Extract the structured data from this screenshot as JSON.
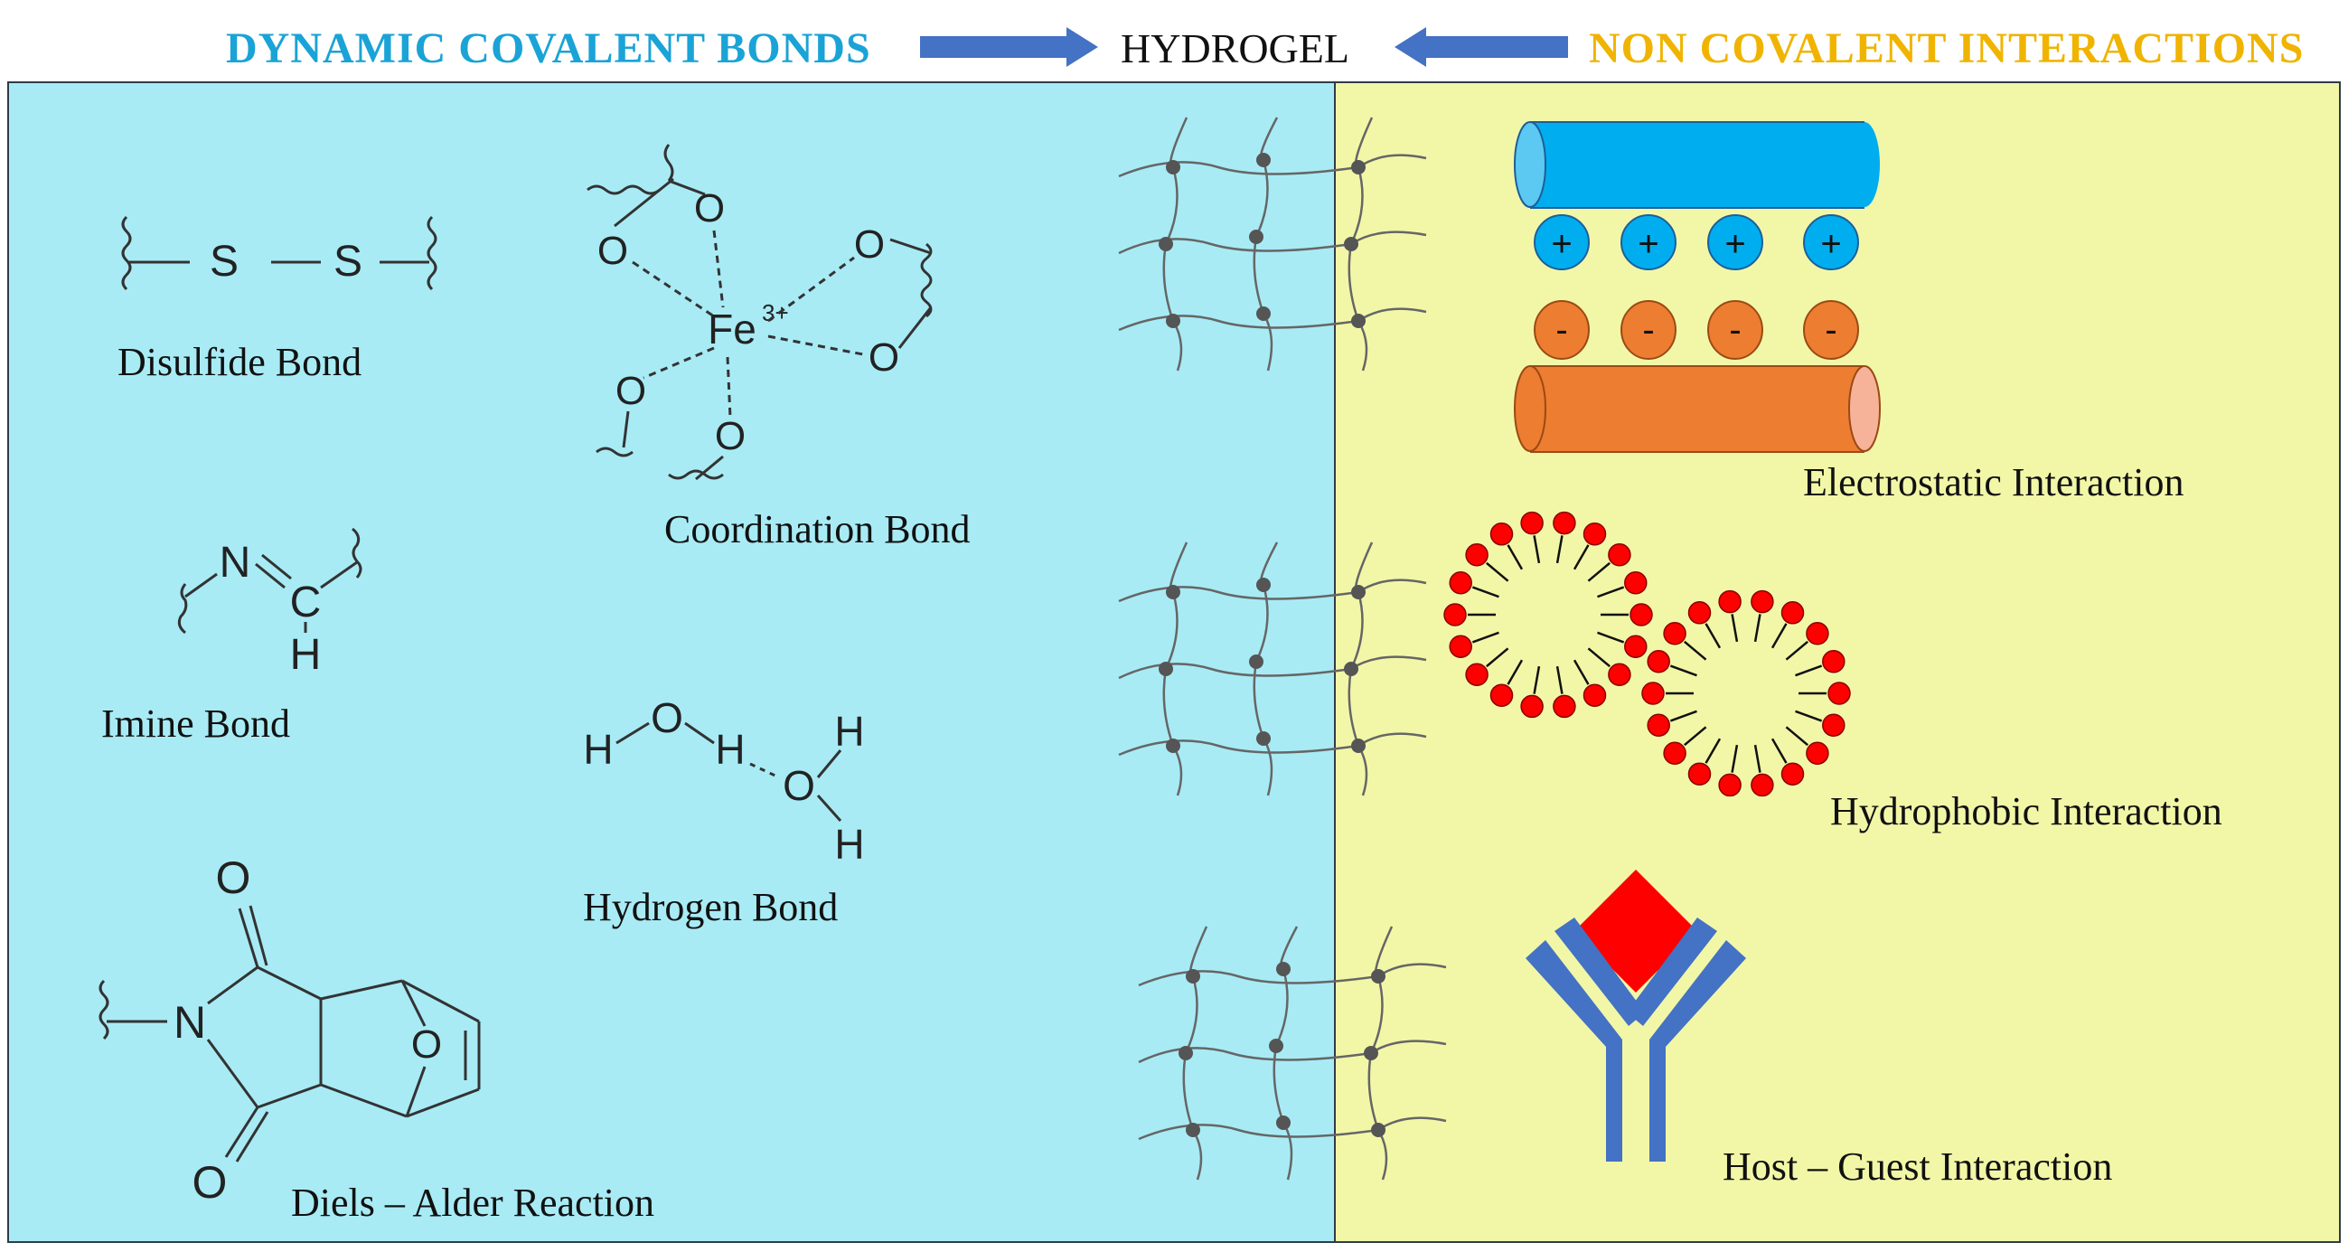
{
  "header": {
    "left_title": "DYNAMIC COVALENT BONDS",
    "center_title": "HYDROGEL",
    "right_title": "NON COVALENT INTERACTIONS"
  },
  "colors": {
    "left_title": "#1aa3d6",
    "right_title": "#f0b400",
    "left_panel_bg": "#a8ebf5",
    "right_panel_bg": "#f2f7a8",
    "arrow": "#4472c4",
    "cation": "#00aeef",
    "anion": "#ed7d31",
    "micelle_head": "#ff0000",
    "antibody": "#4472c4",
    "guest": "#ff0000"
  },
  "labels": {
    "disulfide": "Disulfide Bond",
    "coordination": "Coordination Bond",
    "imine": "Imine Bond",
    "hydrogen": "Hydrogen Bond",
    "diels_alder": "Diels – Alder Reaction",
    "electrostatic": "Electrostatic Interaction",
    "hydrophobic": "Hydrophobic Interaction",
    "host_guest": "Host – Guest Interaction"
  },
  "chem": {
    "sulfur": "S",
    "oxygen": "O",
    "nitrogen": "N",
    "carbon": "C",
    "hydrogen": "H",
    "iron": "Fe",
    "iron_charge": "3+",
    "plus": "+",
    "minus": "-"
  }
}
